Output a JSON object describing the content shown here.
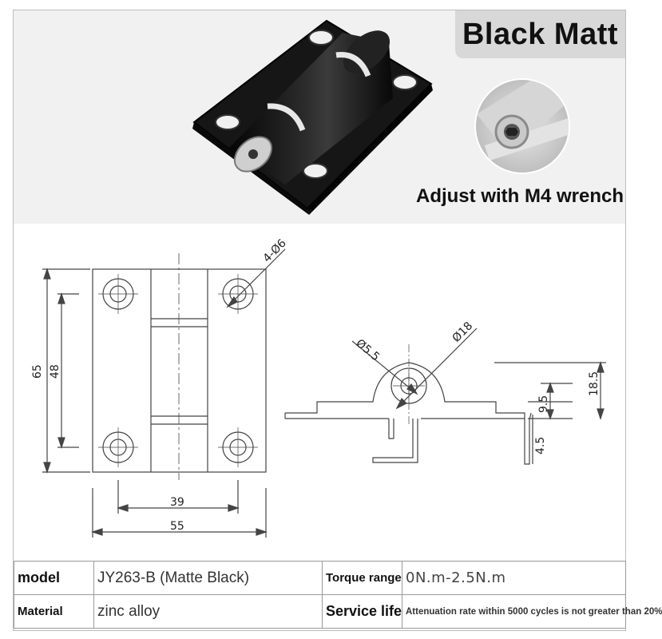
{
  "banner": {
    "label": "Black Matt"
  },
  "caption": {
    "text": "Adjust with M4 wrench"
  },
  "drawing": {
    "dims": {
      "hole_spec": "4-Ø6",
      "height_total": "65",
      "height_holes": "48",
      "width_holes": "39",
      "width_total": "55",
      "bore_dia": "Ø5.5",
      "knuckle_dia": "Ø18",
      "height_knuckle": "18.5",
      "height_plate_offset": "9.5",
      "thickness": "4.5"
    }
  },
  "specs": {
    "model_label": "model",
    "model_value": "JY263-B (Matte Black)",
    "torque_label": "Torque range",
    "torque_value": "0N.m-2.5N.m",
    "material_label": "Material",
    "material_value": "zinc alloy",
    "life_label": "Service life",
    "life_value": "Attenuation rate within 5000 cycles is not greater than 20%"
  },
  "colors": {
    "product": "#141414",
    "photo_bg": "#f1f1f1",
    "banner_bg": "#d8d8d8"
  }
}
